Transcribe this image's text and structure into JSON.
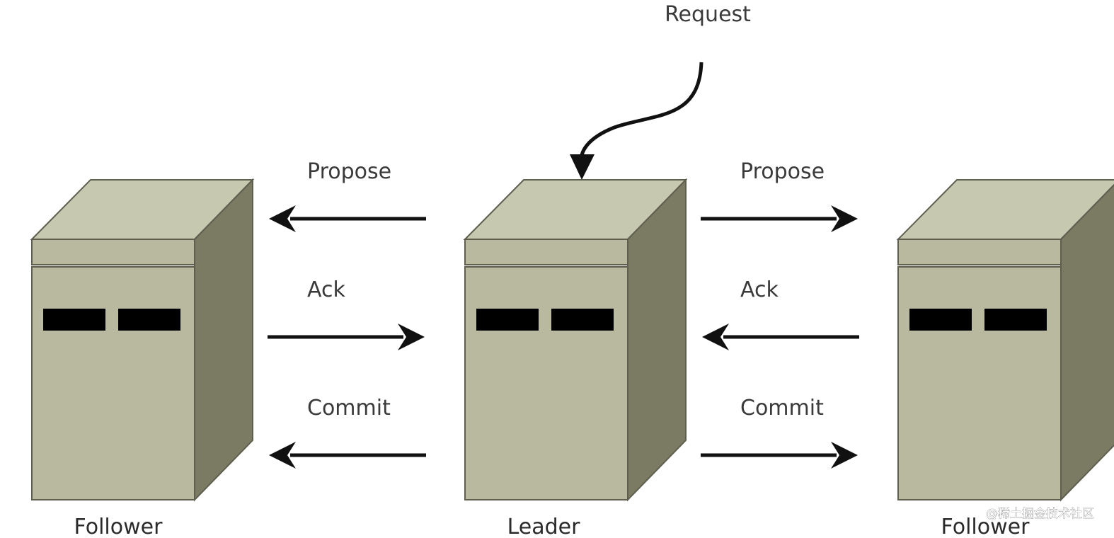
{
  "request": {
    "label": "Request"
  },
  "nodes": [
    {
      "id": "follower-left",
      "label": "Follower"
    },
    {
      "id": "leader",
      "label": "Leader"
    },
    {
      "id": "follower-right",
      "label": "Follower"
    }
  ],
  "links": {
    "left": {
      "propose": {
        "label": "Propose",
        "direction": "left"
      },
      "ack": {
        "label": "Ack",
        "direction": "right"
      },
      "commit": {
        "label": "Commit",
        "direction": "left"
      }
    },
    "right": {
      "propose": {
        "label": "Propose",
        "direction": "right"
      },
      "ack": {
        "label": "Ack",
        "direction": "left"
      },
      "commit": {
        "label": "Commit",
        "direction": "right"
      }
    }
  },
  "watermark": "@稀土掘金技术社区",
  "colors": {
    "server_top": "#c7c8b0",
    "server_front": "#b9b9a0",
    "server_side": "#7b7b63",
    "server_outline": "#5f5f50",
    "slot": "#000000",
    "arrow": "#111111"
  }
}
